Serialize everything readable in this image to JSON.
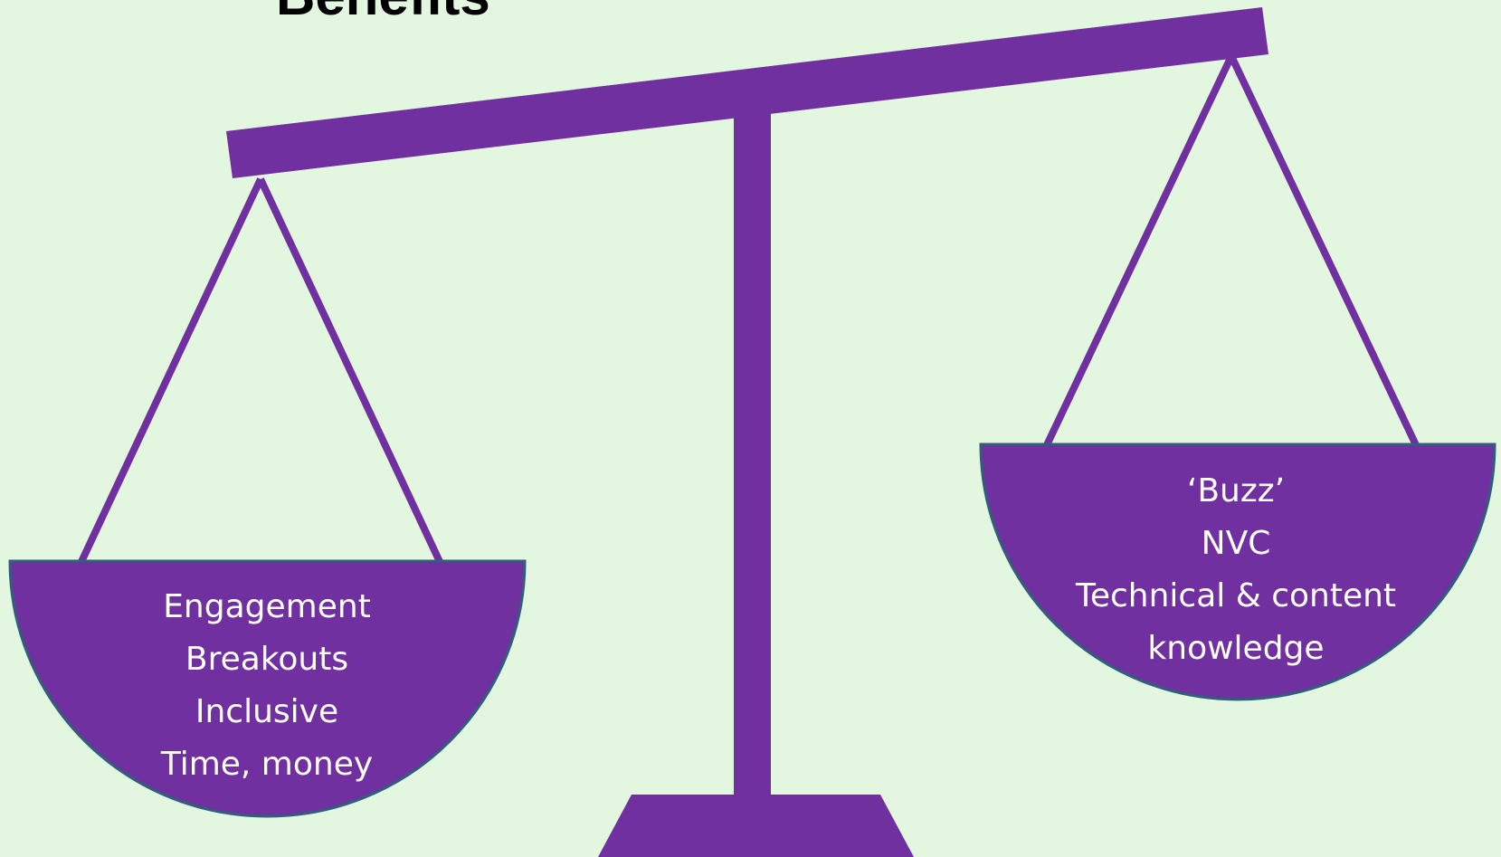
{
  "heading": "Benefits",
  "colors": {
    "background": "#e3f6df",
    "scale": "#7030a0",
    "pan_outline": "#2f5f7a",
    "text": "#ffffff"
  },
  "left_pan": {
    "items": [
      "Engagement",
      "Breakouts",
      "Inclusive",
      "Time, money"
    ]
  },
  "right_pan": {
    "items": [
      "‘Buzz’",
      "NVC",
      "Technical & content",
      "knowledge"
    ]
  }
}
